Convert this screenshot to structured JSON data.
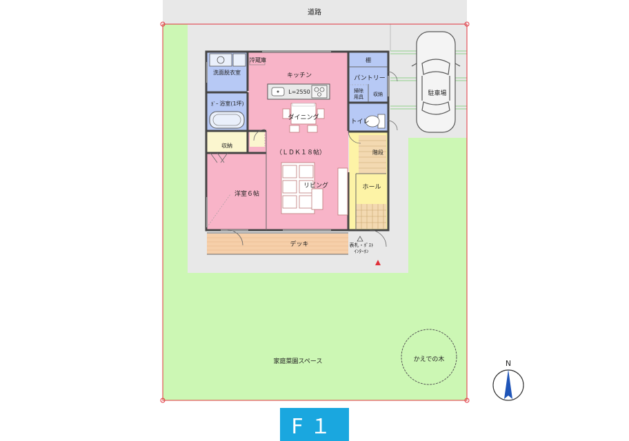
{
  "site": {
    "road_label": "道路",
    "garden_label": "家庭菜園スペース",
    "tree_label": "かえでの木",
    "parking_label": "駐車場"
  },
  "rooms": {
    "kitchen": "キッチン",
    "fridge": "冷蔵庫",
    "counter": "L=2550",
    "dining": "ダイニング",
    "ldk": "（ＬＤＫ１８帖）",
    "living": "リビング",
    "bedroom": "洋室６帖",
    "deck": "デッキ",
    "washroom": "洗面脱衣室",
    "bath": "浴室(1坪)",
    "bath_sub": "ｶﾞｰ",
    "storage_left": "収納",
    "shelf": "棚",
    "pantry": "パントリー",
    "cleaning_l1": "掃除",
    "cleaning_l2": "用具",
    "storage_right": "収納",
    "toilet": "トイレ",
    "stairs": "階段",
    "hall": "ホール",
    "entrance_l1": "表札・ﾎﾟｽﾄ",
    "entrance_l2": "ｲﾝﾀｰﾎﾝ"
  },
  "compass": {
    "label": "N"
  },
  "floor_badge": "F１",
  "colors": {
    "garden": "#ccf7b4",
    "paving": "#e8e8e8",
    "ldk": "#f8b4c8",
    "wet": "#b7c9f5",
    "hall": "#fdf3a6",
    "closet": "#fbf6cf",
    "deck": "#f6cfa9",
    "stairs": "#f3d9b1",
    "compass": "#1f55b8",
    "badge": "#1aa7df",
    "boundary": "#e0303a"
  }
}
